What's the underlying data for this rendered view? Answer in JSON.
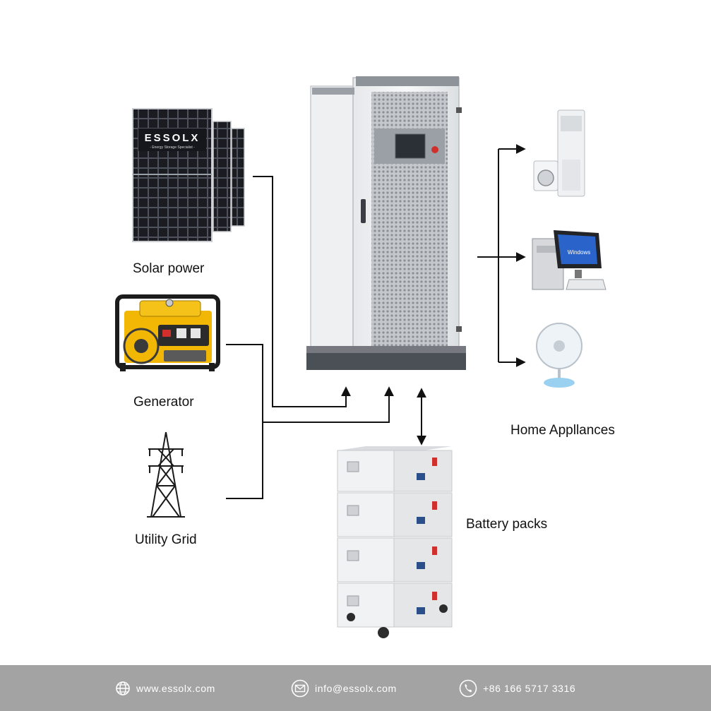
{
  "labels": {
    "solar": "Solar power",
    "generator": "Generator",
    "grid": "Utility Grid",
    "appliances": "Home Appllances",
    "battery": "Battery packs"
  },
  "panel_brand": {
    "name": "ESSOLX",
    "tagline": "- Energy Storage Specialist -"
  },
  "screen_text": "Windows",
  "footer": {
    "website": "www.essolx.com",
    "email": "info@essolx.com",
    "phone": "+86 166 5717 3316"
  },
  "colors": {
    "line": "#111111",
    "footer_bg": "#a3a3a3",
    "generator_yellow": "#f2b705",
    "panel_dark": "#15171c",
    "button_red": "#d0302b"
  },
  "icons": {
    "website": "globe-icon",
    "email": "envelope-icon",
    "phone": "phone-icon"
  }
}
